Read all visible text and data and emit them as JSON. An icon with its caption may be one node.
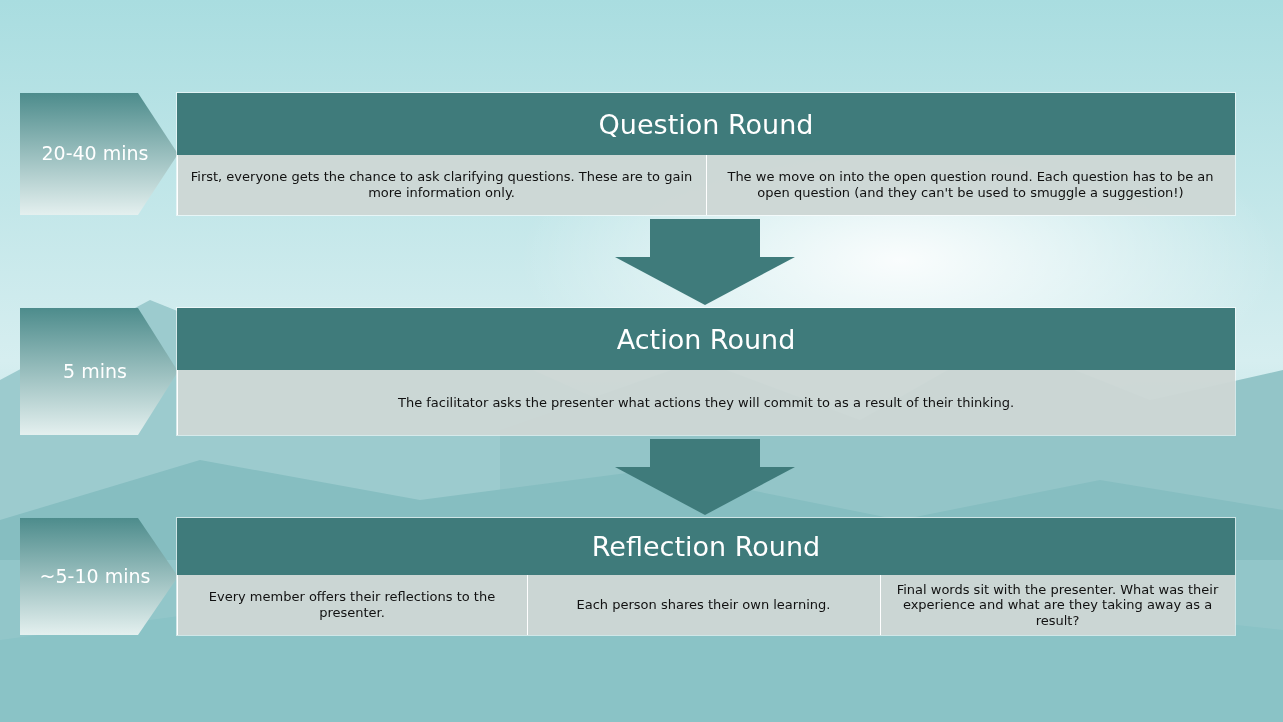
{
  "diagram": {
    "nodes": [
      {
        "text": [
          "20-40 mins"
        ]
      },
      {
        "text": [
          "Question Round"
        ]
      },
      {
        "text": [
          "First, everyone gets the chance to ask clarifying questions. These are to gain more information only."
        ],
        "in": 1
      },
      {
        "text": [
          "The we move on into the open question round. Each question has to be an open question (and they can't be used to smuggle a suggestion!)"
        ],
        "in": 1
      },
      {
        "text": [
          "5 mins"
        ]
      },
      {
        "text": [
          "Action Round"
        ]
      },
      {
        "text": [
          "The facilitator asks the presenter what actions they will commit to as a result of their thinking."
        ],
        "in": 5
      },
      {
        "text": [
          "~5-10 mins"
        ]
      },
      {
        "text": [
          "Reflection Round"
        ]
      },
      {
        "text": [
          "Every member offers their reflections to the presenter."
        ],
        "in": 8
      },
      {
        "text": [
          "Each person shares their own learning."
        ],
        "in": 8
      },
      {
        "text": [
          "Final words sit with the presenter. What was their experience and what are they taking away as a result?"
        ],
        "in": 8
      }
    ],
    "edges": [
      {
        "from": 1,
        "to": 5,
        "arrow": "to"
      },
      {
        "from": 5,
        "to": 8,
        "arrow": "to"
      }
    ]
  }
}
